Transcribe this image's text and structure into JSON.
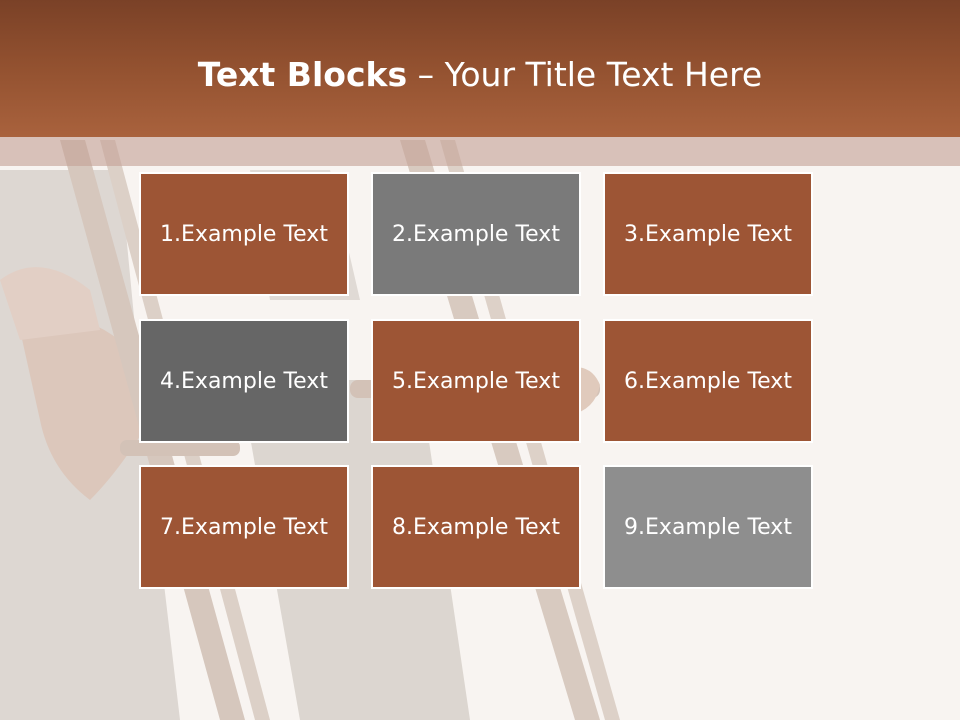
{
  "title": {
    "bold": "Text Blocks",
    "separator": " – ",
    "normal": "Your Title Text Here"
  },
  "colors": {
    "header": "#a9623d",
    "brown_block": "#9d5535",
    "gray_block": "#7a7a7a",
    "dark_gray_block": "#666666",
    "light_gray_block": "#8e8e8e",
    "background": "#f8f4f1"
  },
  "blocks": [
    {
      "label": "1.Example Text",
      "color": "#9d5535"
    },
    {
      "label": "2.Example Text",
      "color": "#7a7a7a"
    },
    {
      "label": "3.Example Text",
      "color": "#9d5535"
    },
    {
      "label": "4.Example Text",
      "color": "#666666"
    },
    {
      "label": "5.Example Text",
      "color": "#9d5535"
    },
    {
      "label": "6.Example Text",
      "color": "#9d5535"
    },
    {
      "label": "7.Example Text",
      "color": "#9d5535"
    },
    {
      "label": "8.Example Text",
      "color": "#9d5535"
    },
    {
      "label": "9.Example Text",
      "color": "#8e8e8e"
    }
  ]
}
